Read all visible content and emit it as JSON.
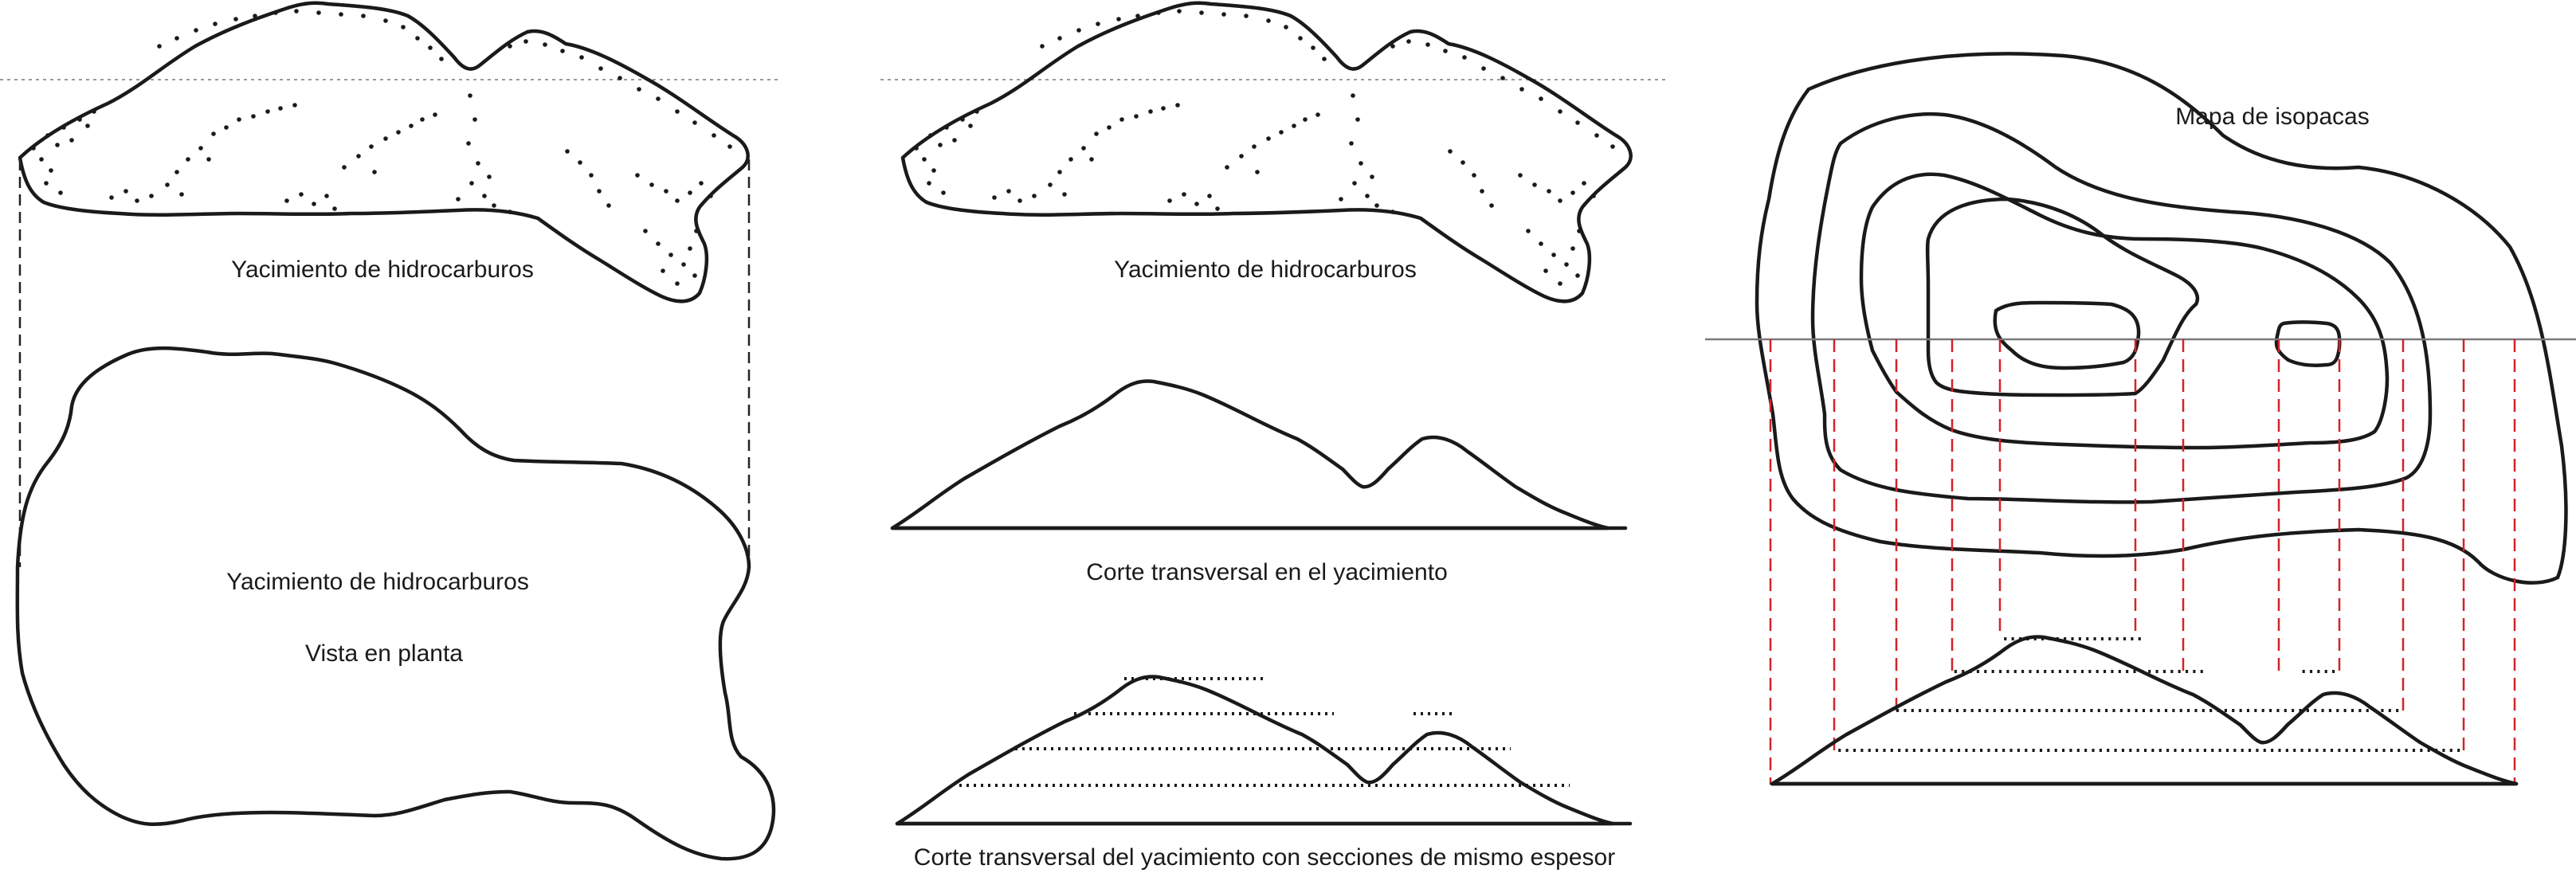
{
  "colors": {
    "outline": "#1a1a1a",
    "projection_red": "#d2232a",
    "projection_black": "#222222",
    "reference_line": "#7a7a7a"
  },
  "panel_left": {
    "reservoir_label": "Yacimiento de hidrocarburos",
    "plan_label": "Yacimiento de hidrocarburos",
    "plan_sublabel": "Vista en planta"
  },
  "panel_middle": {
    "reservoir_label": "Yacimiento de hidrocarburos",
    "section_label": "Corte transversal en el yacimiento",
    "sections_label": "Corte transversal del yacimiento con secciones de mismo espesor"
  },
  "panel_right": {
    "map_label": "Mapa de isopacas"
  }
}
